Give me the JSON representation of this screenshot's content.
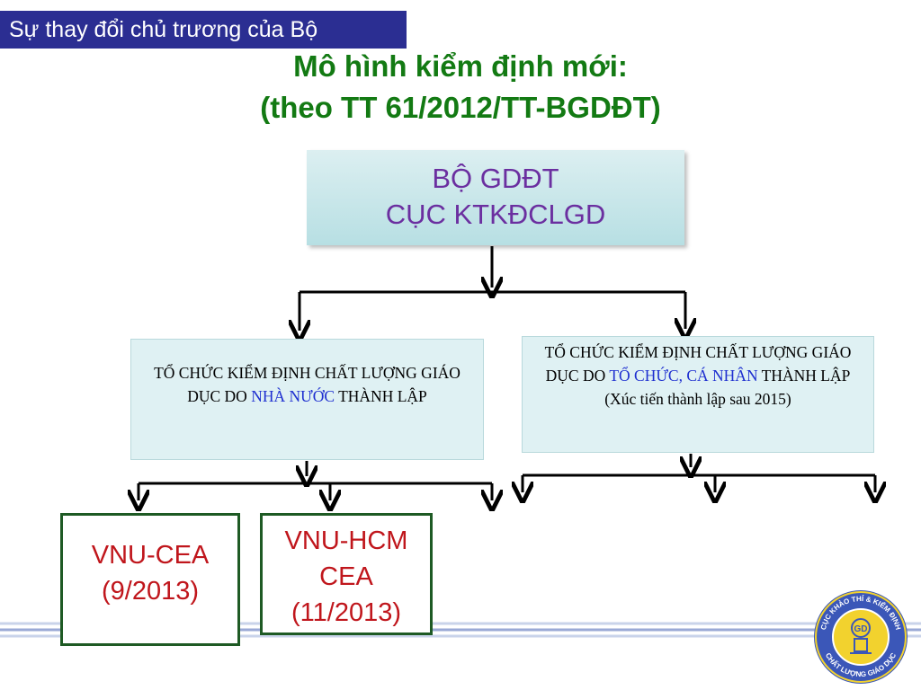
{
  "header": {
    "section_label": "Sự thay đổi chủ trương của Bộ"
  },
  "title": {
    "line1": "Mô hình kiểm định mới:",
    "line2": "(theo TT 61/2012/TT-BGDĐT)"
  },
  "top_node": {
    "line1": "BỘ GDĐT",
    "line2": "CỤC KTKĐCLGD"
  },
  "left_org": {
    "text_part1": "TỔ CHỨC KIỂM ĐỊNH CHẤT LƯỢNG GIÁO DỤC DO ",
    "highlight": "NHÀ NƯỚC",
    "text_part2": " THÀNH LẬP"
  },
  "right_org": {
    "text_part1": "TỔ CHỨC KIỂM ĐỊNH CHẤT LƯỢNG GIÁO DỤC DO ",
    "highlight": "TỔ CHỨC, CÁ NHÂN",
    "text_part2": " THÀNH LẬP",
    "note": "(Xúc tiến thành lập sau 2015)"
  },
  "units": [
    {
      "line1": "VNU-CEA",
      "line2": "(9/2013)"
    },
    {
      "line1": "VNU-HCM",
      "line2": "CEA",
      "line3": "(11/2013)"
    }
  ],
  "logo": {
    "ring_text_top": "CỤC KHẢO THÍ & KIỂM ĐỊNH",
    "ring_text_bottom": "CHẤT LƯỢNG GIÁO DỤC",
    "center_text": "GD"
  },
  "colors": {
    "header_bg": "#2b2e92",
    "title": "#137a13",
    "top_node_text": "#6b2fa0",
    "highlight": "#1e2fd0",
    "unit_text": "#c0161c",
    "unit_border": "#1e5a24",
    "box_fill": "#dff1f3"
  }
}
